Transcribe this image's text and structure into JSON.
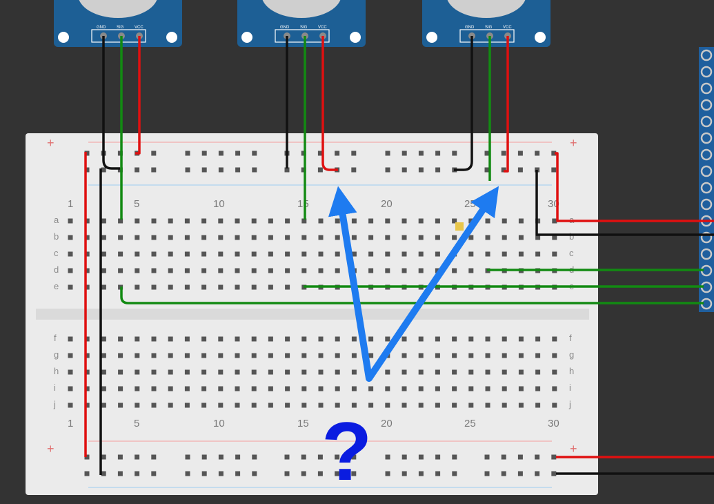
{
  "diagram": {
    "sensors": [
      {
        "pins": [
          "GND",
          "SIG",
          "VCC"
        ]
      },
      {
        "pins": [
          "GND",
          "SIG",
          "VCC"
        ]
      },
      {
        "pins": [
          "GND",
          "SIG",
          "VCC"
        ]
      }
    ],
    "breadboard": {
      "column_labels": [
        "1",
        "5",
        "10",
        "15",
        "20",
        "25",
        "30"
      ],
      "row_labels_top": [
        "a",
        "b",
        "c",
        "d",
        "e"
      ],
      "row_labels_bottom": [
        "f",
        "g",
        "h",
        "i",
        "j"
      ],
      "rail_plus": "+",
      "rail_minus": "-"
    },
    "annotation": {
      "text": "?"
    },
    "colors": {
      "background": "#333333",
      "sensor_board": "#1d5f95",
      "breadboard": "#ebebeb",
      "wire_red": "#e01010",
      "wire_black": "#111111",
      "wire_green": "#128a12",
      "arrow": "#1e7bf0",
      "question_mark": "#0a1ce0",
      "header_strip": "#1f5f9e"
    }
  }
}
